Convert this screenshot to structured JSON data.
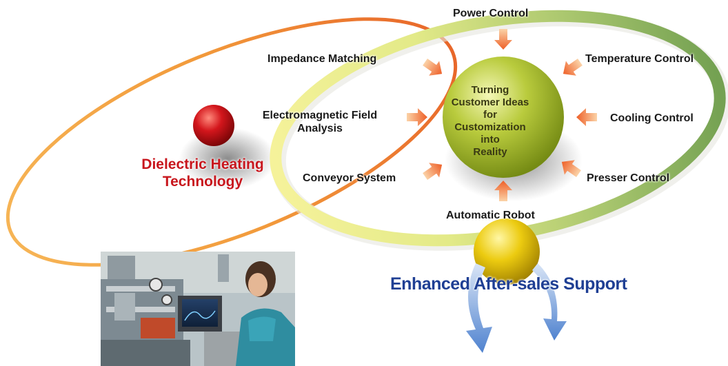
{
  "center_text": [
    "Turning",
    "Customer Ideas for",
    "Customization into",
    "Reality"
  ],
  "labels": {
    "power_control": "Power Control",
    "impedance_matching": "Impedance Matching",
    "temperature_control": "Temperature Control",
    "em_field_1": "Electromagnetic Field",
    "em_field_2": "Analysis",
    "cooling_control": "Cooling Control",
    "conveyor_system": "Conveyor System",
    "presser_control": "Presser Control",
    "automatic_robot": "Automatic Robot"
  },
  "dielectric_title": [
    "Dielectric Heating",
    "Technology"
  ],
  "after_sales_title": "Enhanced After-sales Support",
  "colors": {
    "red": "#c8161d",
    "blue_text": "#1f3f94",
    "green_ring": "#7ea857",
    "orange_ring": "#f0962e",
    "arrow": "#f27a37",
    "center_sphere": "#a7bb2a",
    "gold_sphere": "#e8c200"
  }
}
